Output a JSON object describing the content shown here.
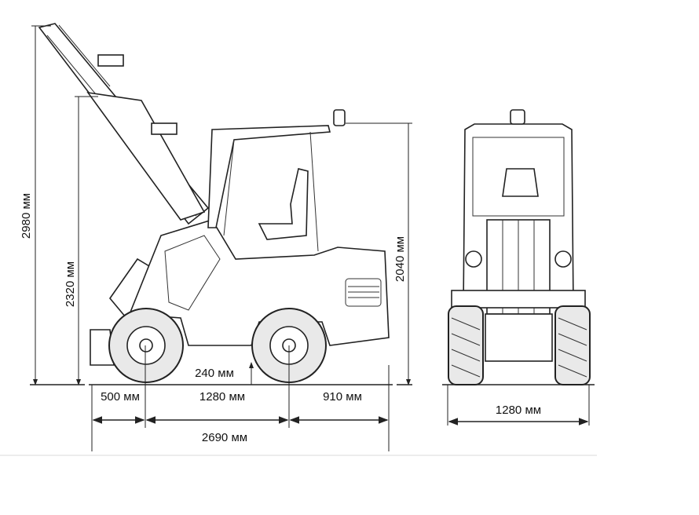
{
  "title": "Loader overall dimensions",
  "dimensions": {
    "max_lift_height": "2980 мм",
    "hinge_pin_height": "2320 мм",
    "cab_height": "2040 мм",
    "ground_clearance": "240 мм",
    "front_overhang": "500 мм",
    "wheelbase": "1280 мм",
    "rear_overhang": "910 мм",
    "overall_length": "2690 мм",
    "overall_width": "1280 мм"
  }
}
